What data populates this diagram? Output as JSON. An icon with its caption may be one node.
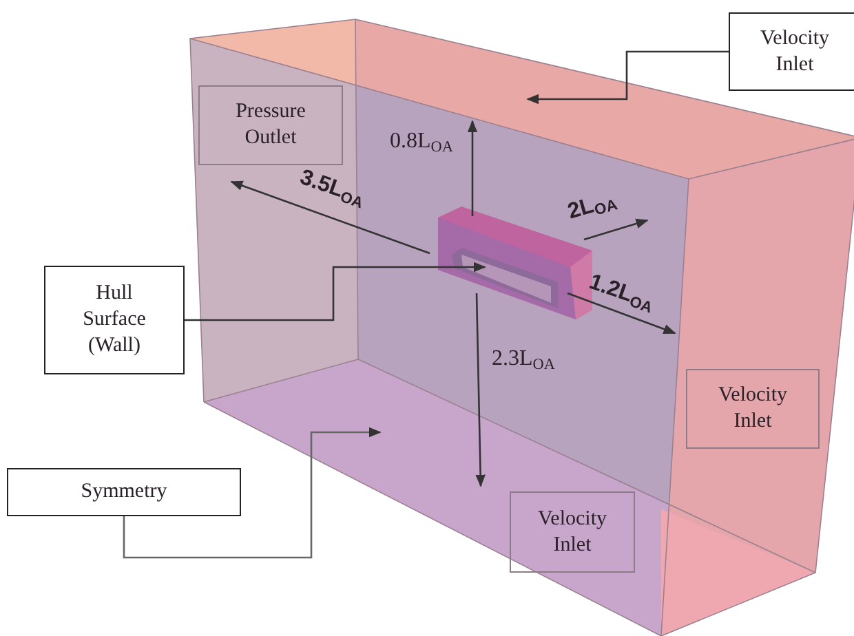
{
  "diagram": {
    "nodes": [
      {
        "text": [
          "Velocity Inlet"
        ]
      },
      {
        "text": [
          "Pressure Outlet"
        ]
      },
      {
        "text": [
          "Hull Surface (Wall)"
        ]
      },
      {
        "text": [
          "Velocity Inlet"
        ]
      },
      {
        "text": [
          "Symmetry"
        ]
      },
      {
        "text": [
          "Velocity Inlet"
        ]
      }
    ],
    "edges": [
      {
        "from": 0,
        "to": null,
        "arrow": "to"
      },
      {
        "from": 2,
        "to": null,
        "arrow": "to"
      },
      {
        "from": 4,
        "to": null,
        "arrow": "to"
      }
    ],
    "labels": [
      "0.8L$_{OA}$",
      "3.5L$_{OA}$",
      "2L$_{OA}$",
      "1.2L$_{OA}$",
      "2.3L$_{OA}$"
    ]
  }
}
